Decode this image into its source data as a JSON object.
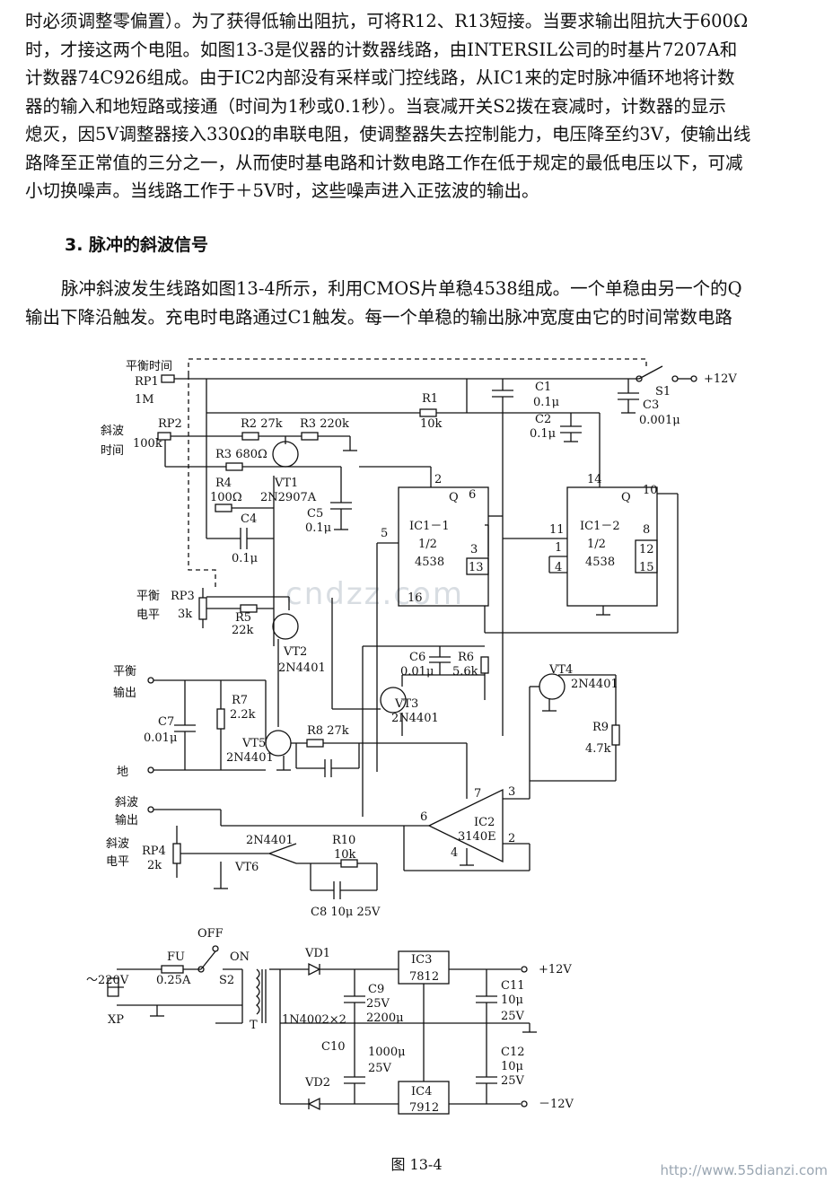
{
  "paragraph1": [
    "时必须调整零偏置）。为了获得低输出阻抗，可将R12、R13短接。当要求输出阻抗大于600Ω",
    "时，才接这两个电阻。如图13-3是仪器的计数器线路，由INTERSIL公司的时基片7207A和",
    "计数器74C926组成。由于IC2内部没有采样或门控线路，从IC1来的定时脉冲循环地将计数",
    "器的输入和地短路或接通（时间为1秒或0.1秒）。当衰减开关S2拨在衰减时，计数器的显示",
    "熄灭，因5V调整器接入330Ω的串联电阻，使调整器失去控制能力，电压降至约3V，使输出线",
    "路降至正常值的三分之一，从而使时基电路和计数电路工作在低于规定的最低电压以下，可减",
    "小切换噪声。当线路工作于＋5V时，这些噪声进入正弦波的输出。"
  ],
  "heading": "3. 脉冲的斜波信号",
  "paragraph2": [
    "脉冲斜波发生线路如图13-4所示，利用CMOS片单稳4538组成。一个单稳由另一个的Q",
    "输出下降沿触发。充电时电路通过C1触发。每一个单稳的输出脉冲宽度由它的时间常数电路"
  ],
  "figure_caption": "图 13-4",
  "watermark_center": "cndzz.com",
  "watermark_corner": "http://www.55dianzi.com",
  "schematic_labels": {
    "rp1_name": "平衡时间",
    "rp1": "RP1",
    "rp1_val": "1M",
    "rp2_name1": "斜波",
    "rp2_name2": "时间",
    "rp2": "RP2",
    "rp2_val": "100k",
    "r2": "R2 27k",
    "r3a": "R3  220k",
    "r3b": "R3  680Ω",
    "r4": "R4",
    "r4_val": "100Ω",
    "vt1": "VT1",
    "vt1_type": "2N2907A",
    "c4": "C4",
    "c4_val": "0.1μ",
    "c5": "C5",
    "c5_val": "0.1μ",
    "r1": "R1",
    "r1_val": "10k",
    "c1": "C1",
    "c1_val": "0.1μ",
    "c2": "C2",
    "c2_val": "0.1μ",
    "c3": "C3",
    "c3_val": "0.001μ",
    "s1": "S1",
    "v12": "+12V",
    "ic11": "IC1－1",
    "ic12": "IC1－2",
    "half": "1/2",
    "chip": "4538",
    "q": "Q",
    "pins_a": [
      "2",
      "6",
      "5",
      "3",
      "13",
      "16"
    ],
    "pins_b": [
      "14",
      "10",
      "11",
      "1",
      "4",
      "8",
      "12",
      "15"
    ],
    "rp3_name1": "平衡",
    "rp3_name2": "电平",
    "rp3": "RP3",
    "rp3_val": "3k",
    "r5": "R5",
    "r5_val": "22k",
    "vt2": "VT2",
    "vt2_type": "2N4401",
    "c6": "C6",
    "c6_val": "0.01μ",
    "r6": "R6",
    "r6_val": "5.6k",
    "vt3": "VT3",
    "vt3_type": "2N4401",
    "vt4": "VT4",
    "vt4_type": "2N4401",
    "out_bal1": "平衡",
    "out_bal2": "输出",
    "c7": "C7",
    "c7_val": "0.01μ",
    "r7": "R7",
    "r7_val": "2.2k",
    "vt5": "VT5",
    "vt5_type": "2N4401",
    "r8": "R8  27k",
    "r9": "R9",
    "r9_val": "4.7k",
    "ground": "地",
    "ramp_out1": "斜波",
    "ramp_out2": "输出",
    "ramp_lvl1": "斜波",
    "ramp_lvl2": "电平",
    "rp4": "RP4",
    "rp4_val": "2k",
    "vt6_type": "2N4401",
    "vt6": "VT6",
    "r10": "R10",
    "r10_val": "10k",
    "c8": "C8  10μ  25V",
    "ic2": "IC2",
    "ic2_type": "3140E",
    "ic2_pins": [
      "7",
      "3",
      "6",
      "2",
      "4"
    ],
    "off": "OFF",
    "on": "ON",
    "fu": "FU",
    "fu_val": "0.25A",
    "s2": "S2",
    "ac": "～220V",
    "xp": "XP",
    "t": "T",
    "vd1": "VD1",
    "vd2": "VD2",
    "diodes": "1N4002×2",
    "c9": "C9",
    "c9_v": "25V",
    "c9_c": "2200μ",
    "c10": "C10",
    "c10_c": "1000μ",
    "c10_v": "25V",
    "ic3": "IC3",
    "ic3_type": "7812",
    "ic4": "IC4",
    "ic4_type": "7912",
    "c11": "C11",
    "c11_c": "10μ",
    "c11_v": "25V",
    "c12": "C12",
    "c12_c": "10μ",
    "c12_v": "25V",
    "p12": "+12V",
    "m12": "－12V"
  }
}
